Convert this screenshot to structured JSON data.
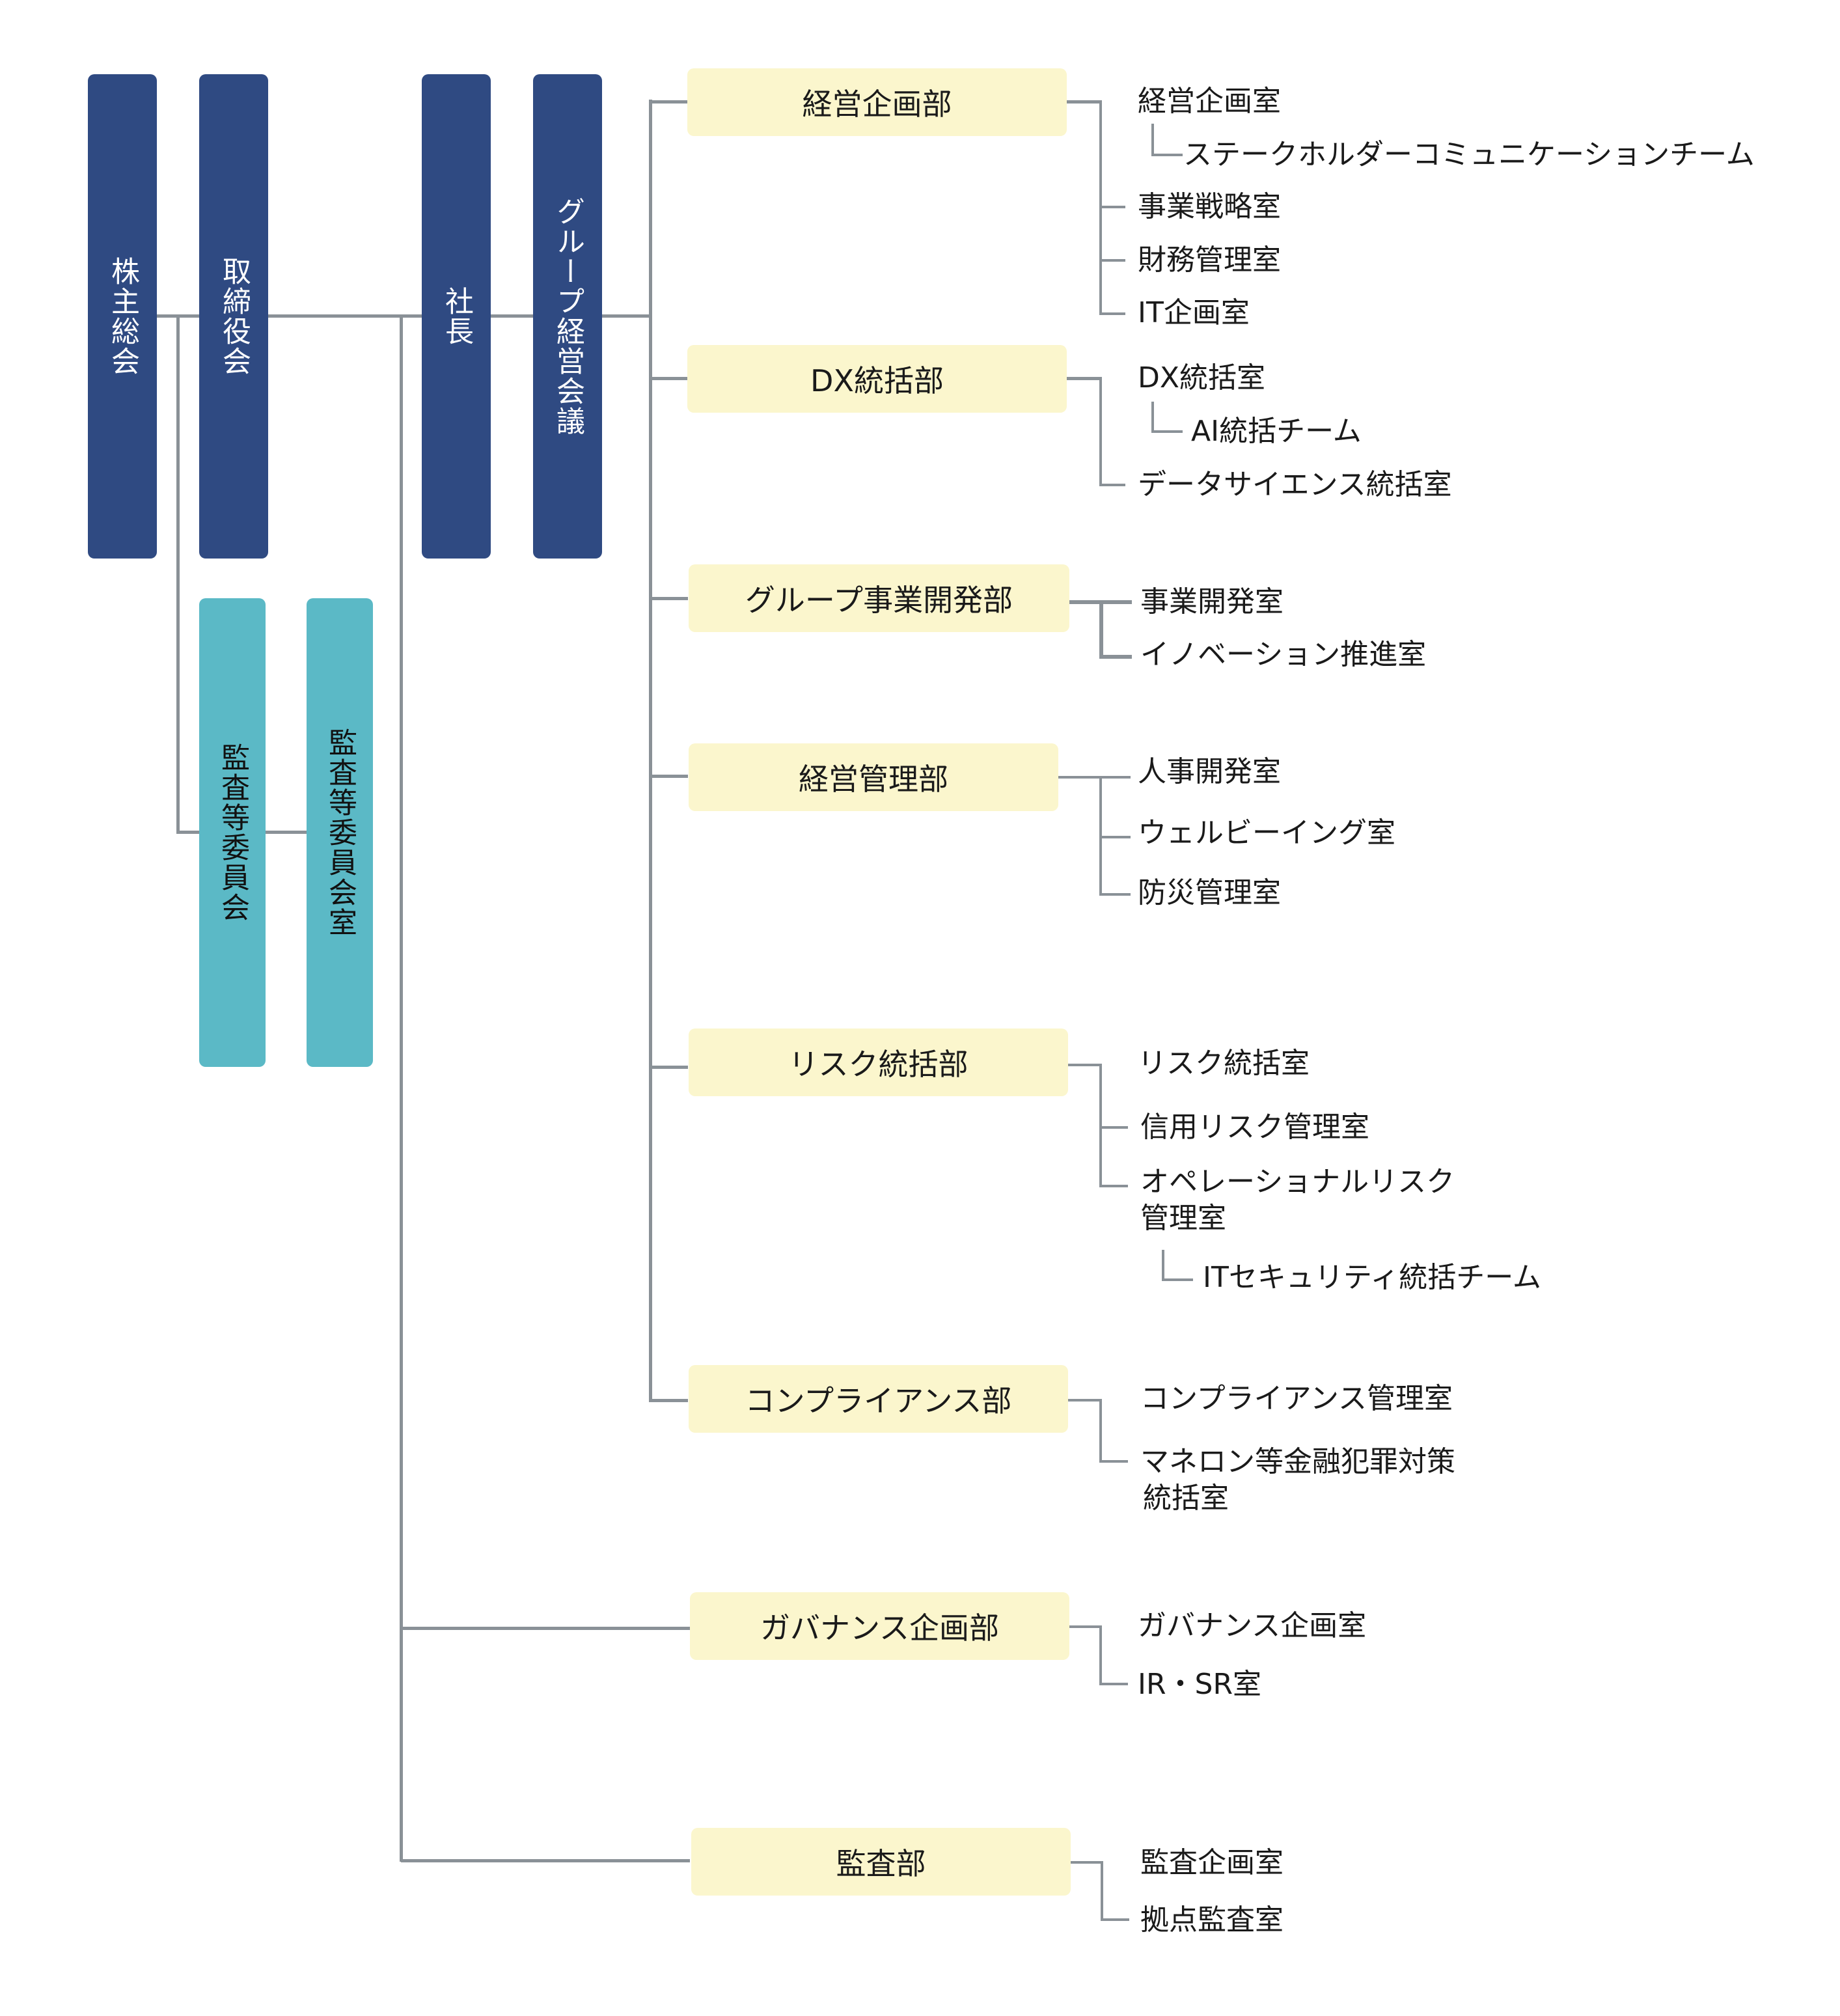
{
  "top": {
    "shareholders": "株主総会",
    "board": "取締役会",
    "president": "社長",
    "group_council": "グループ経営会議",
    "audit_committee": "監査等委員会",
    "audit_committee_office": "監査等委員会室"
  },
  "departments": [
    {
      "name": "経営企画部",
      "units": [
        "経営企画室",
        "ステークホルダーコミュニケーションチーム",
        "事業戦略室",
        "財務管理室",
        "IT企画室"
      ]
    },
    {
      "name": "DX統括部",
      "units": [
        "DX統括室",
        "AI統括チーム",
        "データサイエンス統括室"
      ]
    },
    {
      "name": "グループ事業開発部",
      "units": [
        "事業開発室",
        "イノベーション推進室"
      ]
    },
    {
      "name": "経営管理部",
      "units": [
        "人事開発室",
        "ウェルビーイング室",
        "防災管理室"
      ]
    },
    {
      "name": "リスク統括部",
      "units": [
        "リスク統括室",
        "信用リスク管理室",
        "オペレーショナルリスク",
        "管理室",
        "ITセキュリティ統括チーム"
      ]
    },
    {
      "name": "コンプライアンス部",
      "units": [
        "コンプライアンス管理室",
        "マネロン等金融犯罪対策",
        "統括室"
      ]
    },
    {
      "name": "ガバナンス企画部",
      "units": [
        "ガバナンス企画室",
        "IR・SR室"
      ]
    },
    {
      "name": "監査部",
      "units": [
        "監査企画室",
        "拠点監査室"
      ]
    }
  ],
  "colors": {
    "navy": "#2f4a82",
    "teal": "#5bb9c6",
    "dept_fill": "#fbf6cd",
    "line": "#8a9197"
  }
}
